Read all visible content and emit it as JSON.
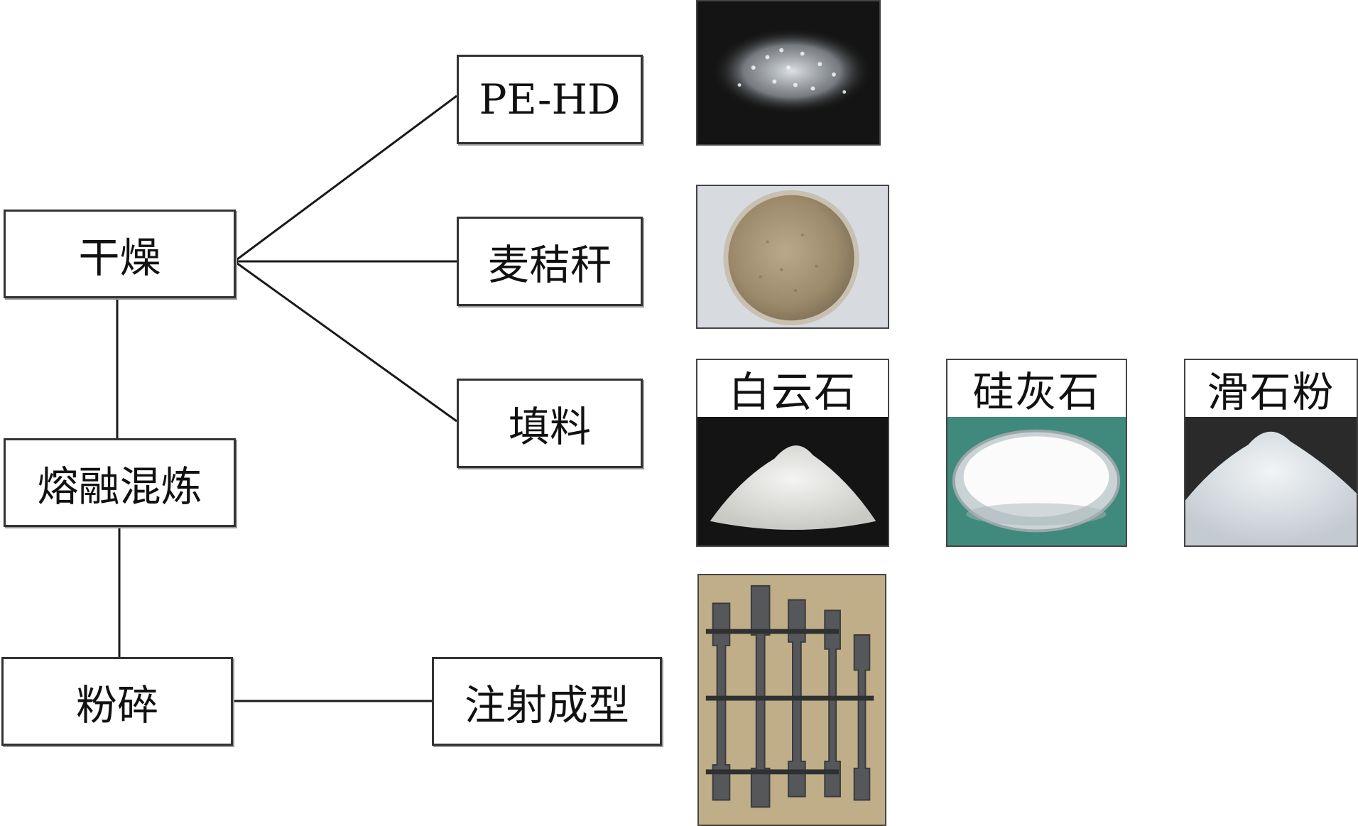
{
  "nodes": {
    "drying": "干燥",
    "melt_mixing": "熔融混炼",
    "crushing": "粉碎",
    "pe_hd": "PE-HD",
    "wheat_straw": "麦秸秆",
    "filler": "填料",
    "injection_molding": "注射成型"
  },
  "fillers": {
    "dolomite": "白云石",
    "wollastonite": "硅灰石",
    "talc": "滑石粉"
  },
  "colors": {
    "line": "#1a1a1a",
    "border": "#333333",
    "photo_dark": "#141414",
    "straw_bg": "#d7dbe0",
    "straw_powder": "#a89779",
    "wollastonite_bg": "#3f8a7c",
    "specimen": "#5a5a5c"
  }
}
